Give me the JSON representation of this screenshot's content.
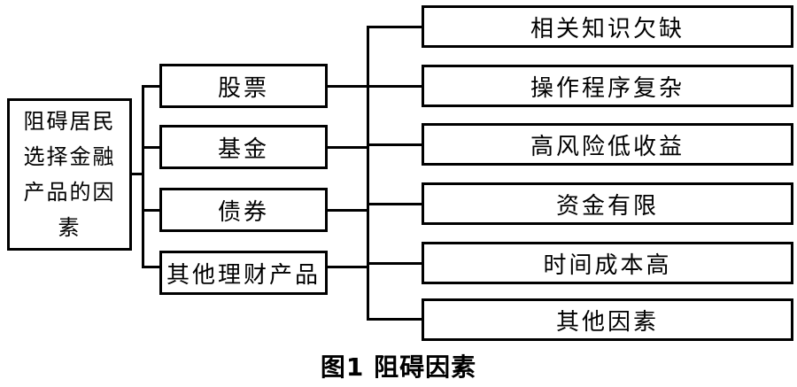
{
  "root": {
    "label": "阻碍居民选择金融产品的因素"
  },
  "products": [
    "股票",
    "基金",
    "债券",
    "其他理财产品"
  ],
  "factors": [
    "相关知识欠缺",
    "操作程序复杂",
    "高风险低收益",
    "资金有限",
    "时间成本高",
    "其他因素"
  ],
  "caption": "图1  阻碍因素"
}
